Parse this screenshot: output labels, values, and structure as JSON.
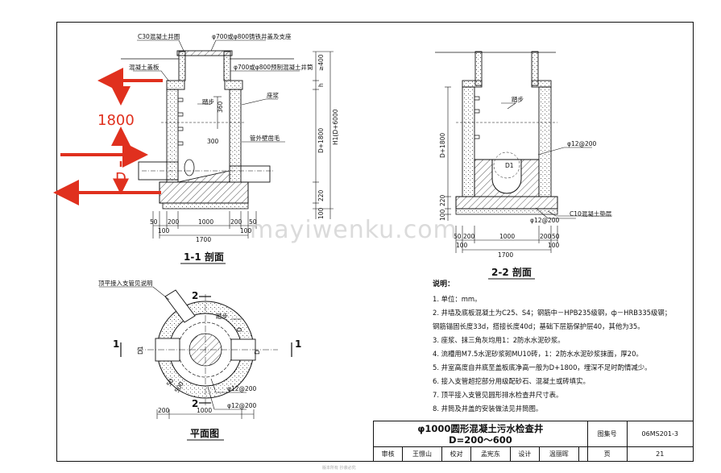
{
  "labels": {
    "c30_lid": "C30混凝土井圈",
    "cover_700": "φ700或φ800铸铁井盖及支座",
    "cover_plate": "混凝土盖板",
    "precast_700": "φ700或φ800预制混凝土井筒",
    "step": "踏步",
    "mortar": "座浆",
    "pipe_seal": "管外壁凿毛",
    "step2": "踏步",
    "rebar1": "φ12@200",
    "rebar2": "φ12@200",
    "c10": "C10混凝土垫层",
    "d1": "D1",
    "plan_note": "顶平接入支管见说明",
    "plan_rebar1": "φ12@200",
    "plan_rebar2": "φ12@200",
    "plan_step": "踏步",
    "plan_d": "D",
    "plan_d1": "D1"
  },
  "dims": {
    "d400": "≥400",
    "h": "h",
    "d360": "360",
    "h1": "H1(D+6000",
    "dplus1800": "D+1800",
    "d300": "300",
    "d220": "220",
    "d100": "100",
    "s1_50": "50",
    "s1_200": "200",
    "s1_1000": "1000",
    "s1_200b": "200",
    "s1_50b": "50",
    "s1_100": "100",
    "s1_100b": "100",
    "s1_1700": "1700",
    "s2_dplus1800": "D+1800",
    "s2_220": "220",
    "s2_100": "100",
    "s2_50": "50",
    "s2_200": "200",
    "s2_1000": "1000",
    "s2_200b": "200",
    "s2_50b": "50",
    "s2_100a": "100",
    "s2_100b": "100",
    "s2_1700": "1700",
    "plan_1000": "1000",
    "plan_200": "200",
    "plan_d": "D",
    "plan_50": "50",
    "plan_500": "500"
  },
  "annotations": {
    "red_1800": "1800",
    "red_d": "D"
  },
  "section_marks": {
    "m1a": "1",
    "m1b": "1",
    "m2a": "2",
    "m2b": "2"
  },
  "captions": {
    "section_1_1": "1-1 剖面",
    "section_2_2": "2-2 剖面",
    "plan": "平面图"
  },
  "notes": {
    "heading": "说明：",
    "items": [
      "1. 单位：mm。",
      "2. 井墙及底板混凝土为C25、S4；钢筋中－HPB235级钢，ф－HRB335级钢；",
      "   钢筋锚固长度33d，搭接长度40d；基础下层筋保护层40，其他为35。",
      "3. 座浆、抹三角灰均用1：2防水水泥砂浆。",
      "4. 流槽用M7.5水泥砂浆砌MU10砖，1：2防水水泥砂浆抹面，厚20。",
      "5. 井室高度自井底至盖板底净高一般为D+1800，埋深不足时酌情减少。",
      "6. 接入支管超挖部分用级配砂石、混凝土或砖填实。",
      "7. 顶平接入支管见圆形排水检查井尺寸表。",
      "8. 井筒及井盖的安装做法见井筒图。"
    ]
  },
  "title_block": {
    "title_line1": "φ1000圆形混凝土污水检查井",
    "title_line2": "D=200～600",
    "atlas_label": "图集号",
    "atlas_no": "06MS201-3",
    "review_label": "审核",
    "reviewer": "王憬山",
    "check_label": "校对",
    "checker": "孟宪东",
    "design_label": "设计",
    "designer": "温丽晖",
    "page_label": "页",
    "page_no": "21"
  },
  "watermark": "mayiwenku.com",
  "footer": "版本所有 抄袭必究"
}
